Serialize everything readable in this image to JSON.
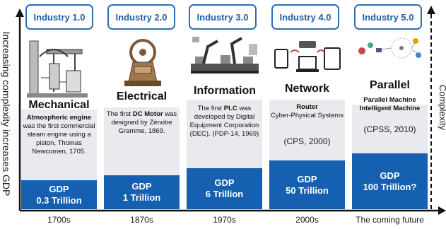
{
  "y_axis_label": "Increasing complexity increases GDP",
  "right_axis_label": "Complexity",
  "columns": [
    {
      "header": "Industry 1.0",
      "title": "Mechanical",
      "desc_bold": "Atmospheric engine",
      "desc_rest": " was the first commercial steam engine using a piston, Thomas Newcomen, 1705.",
      "gdp_line1": "GDP",
      "gdp_line2": "0.3 Trillion",
      "x_label": "1700s",
      "illustration": "steam-engine-illustration"
    },
    {
      "header": "Industry 2.0",
      "title": "Electrical",
      "desc_pre": "The first ",
      "desc_bold": "DC Motor",
      "desc_rest": " was designed by Zénobe Gramme, 1869.",
      "gdp_line1": "GDP",
      "gdp_line2": "1 Trillion",
      "x_label": "1870s",
      "illustration": "dc-motor-illustration"
    },
    {
      "header": "Industry 3.0",
      "title": "Information",
      "desc_pre": "The first ",
      "desc_bold": "PLC",
      "desc_rest": " was developed by Digital Equipment Corporation (DEC). (PDP-14, 1969)",
      "gdp_line1": "GDP",
      "gdp_line2": "6 Trillion",
      "x_label": "1970s",
      "illustration": "robot-assembly-line-illustration"
    },
    {
      "header": "Industry 4.0",
      "title": "Network",
      "desc_bold": "Router",
      "desc_rest": "Cyber-Physical Systems",
      "extra": "(CPS, 2000)",
      "gdp_line1": "GDP",
      "gdp_line2": "50 Trillion",
      "x_label": "2000s",
      "illustration": "connected-devices-illustration"
    },
    {
      "header": "Industry 5.0",
      "title": "Parallel",
      "desc_bold": "Parallel Machine Intelligent Machine",
      "extra": "(CPSS, 2010)",
      "gdp_line1": "GDP",
      "gdp_line2": "100 Trillion?",
      "x_label": "The coming future",
      "illustration": "parallel-systems-illustration"
    }
  ],
  "colors": {
    "accent": "#1560b0",
    "header_border": "#2f6db5",
    "panel": "#e8eaed"
  }
}
